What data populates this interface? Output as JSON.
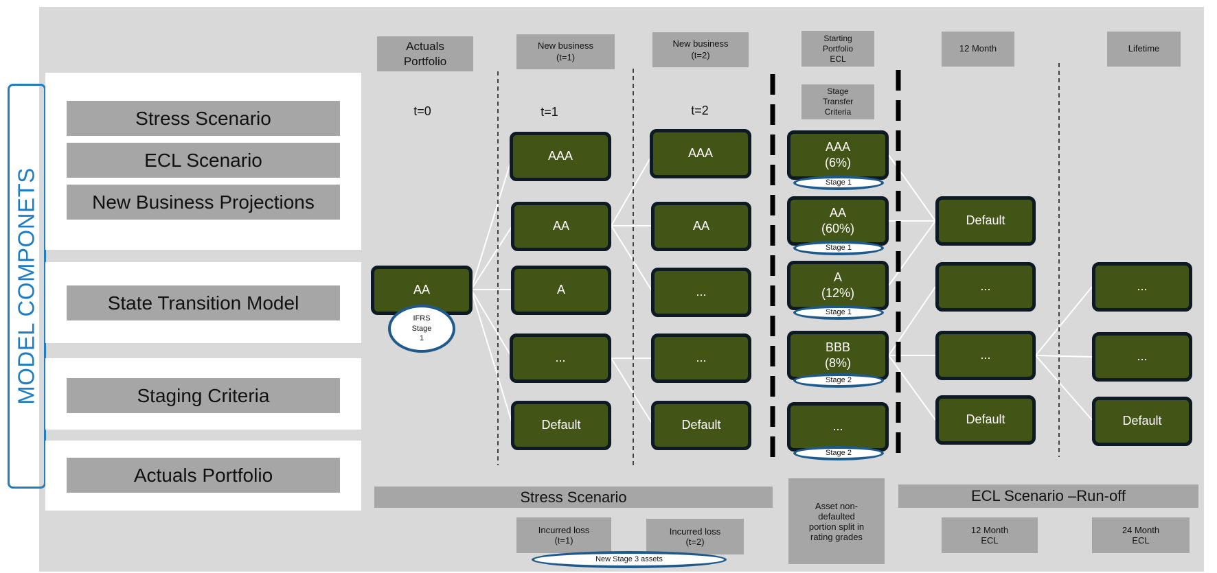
{
  "side_label": "MODEL COMPONETS",
  "components": {
    "stress": "Stress Scenario",
    "ecl": "ECL Scenario",
    "new_business": "New Business Projections",
    "state_transition": "State Transition Model",
    "staging": "Staging Criteria",
    "actuals": "Actuals Portfolio"
  },
  "headers": {
    "actuals": "Actuals\nPortfolio",
    "nb1": "New business\n(t=1)",
    "nb2": "New business\n(t=2)",
    "starting": "Starting\nPortfolio\nECL",
    "stage_transfer": "Stage\nTransfer\nCriteria",
    "twelve_month": "12 Month",
    "lifetime": "Lifetime"
  },
  "time_labels": {
    "t0": "t=0",
    "t1": "t=1",
    "t2": "t=2"
  },
  "nodes": {
    "t0_aa": "AA",
    "t1": [
      "AAA",
      "AA",
      "A",
      "...",
      "Default"
    ],
    "t2": [
      "AAA",
      "AA",
      "...",
      "...",
      "Default"
    ],
    "starting": [
      "AAA\n(6%)",
      "AA\n(60%)",
      "A\n(12%)",
      "BBB\n(8%)",
      "..."
    ],
    "twelve": [
      "Default",
      "...",
      "...",
      "Default"
    ],
    "life": [
      "...",
      "...",
      "Default"
    ]
  },
  "stages": {
    "ifrs": "IFRS\nStage\n1",
    "s": [
      "Stage 1",
      "Stage 1",
      "Stage 1",
      "Stage 2",
      "Stage 2"
    ]
  },
  "bottom": {
    "stress_scenario": "Stress Scenario",
    "incurred1": "Incurred loss\n(t=1)",
    "incurred2": "Incurred loss\n(t=2)",
    "new_stage3": "New Stage 3 assets",
    "asset_split": "Asset non-\ndefaulted\nportion split in\nrating grades",
    "ecl_runoff": "ECL Scenario –Run-off",
    "ecl12": "12 Month\nECL",
    "ecl24": "24 Month\nECL"
  },
  "colors": {
    "node_fill": "#435516",
    "node_border": "#0d1a24",
    "accent_blue": "#1f7dc4",
    "stage_border": "#1f5a8c",
    "box_grey": "#a6a6a6",
    "background_grey": "#d9d9d9"
  }
}
